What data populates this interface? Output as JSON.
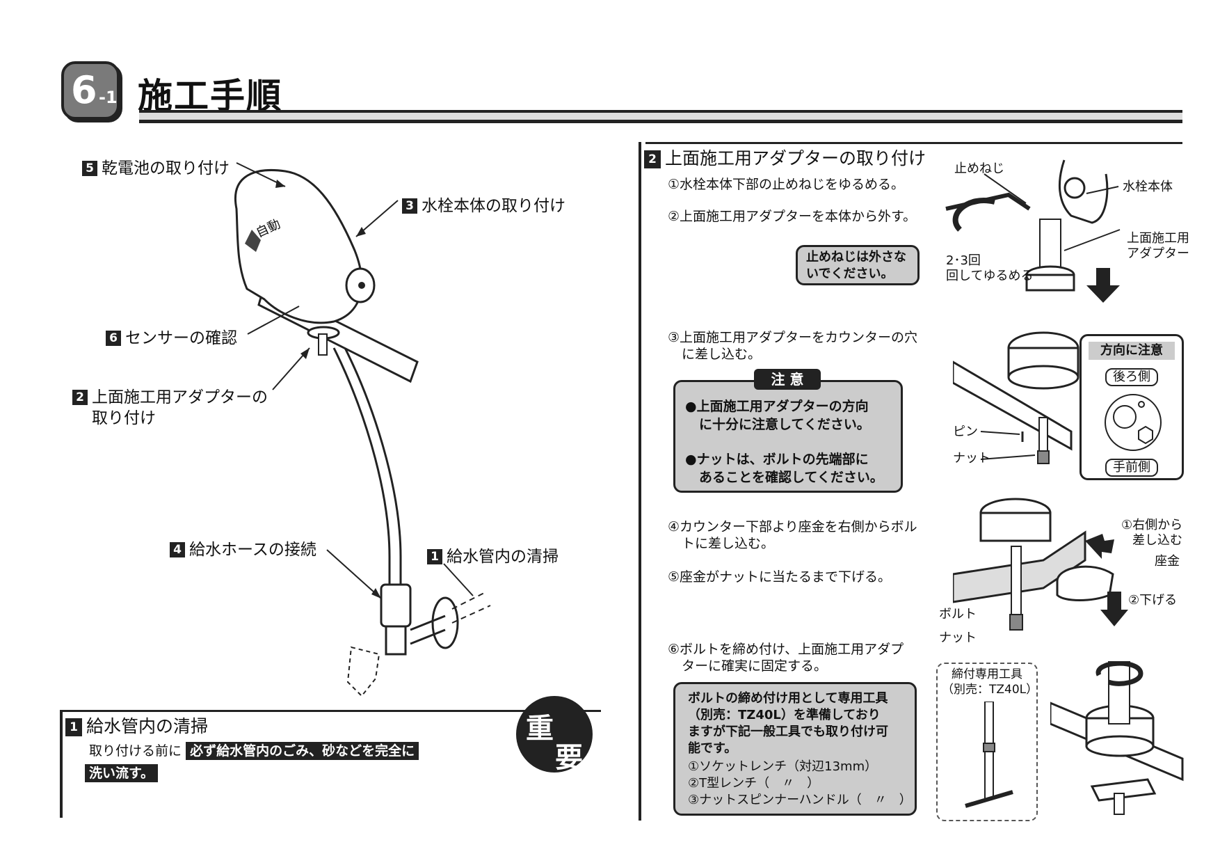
{
  "header": {
    "section_number": "6",
    "section_sub": "-1",
    "title": "施工手順"
  },
  "overview": {
    "label_5": {
      "num": "5",
      "text": "乾電池の取り付け"
    },
    "label_3": {
      "num": "3",
      "text": "水栓本体の取り付け"
    },
    "label_6": {
      "num": "6",
      "text": "センサーの確認"
    },
    "label_2": {
      "num": "2",
      "text_line1": "上面施工用アダプターの",
      "text_line2": "取り付け"
    },
    "label_4": {
      "num": "4",
      "text": "給水ホースの接続"
    },
    "label_1": {
      "num": "1",
      "text": "給水管内の清掃"
    },
    "faucet_mark": "自動"
  },
  "section1": {
    "num": "1",
    "title": "給水管内の清掃",
    "body_prefix": "取り付ける前に",
    "body_highlight_1": "必ず給水管内のごみ、砂などを完全に",
    "body_highlight_2": "洗い流す。",
    "badge_1": "重",
    "badge_2": "要"
  },
  "section2": {
    "num": "2",
    "title": "上面施工用アダプターの取り付け",
    "step1": "①水栓本体下部の止めねじをゆるめる。",
    "step2": "②上面施工用アダプターを本体から外す。",
    "note1_line1": "止めねじは外さな",
    "note1_line2": "いでください。",
    "fig1": {
      "set_screw": "止めねじ",
      "body": "水栓本体",
      "adapter_line1": "上面施工用",
      "adapter_line2": "アダプター",
      "turns_line1": "2･3回",
      "turns_line2": "回してゆるめる"
    },
    "step3_line1": "③上面施工用アダプターをカウンターの穴",
    "step3_line2": "に差し込む。",
    "caution": {
      "tab": "注 意",
      "item1_line1": "●上面施工用アダプターの方向",
      "item1_line2": "に十分に注意してください。",
      "item2_line1": "●ナットは、ボルトの先端部に",
      "item2_line2": "あることを確認してください。"
    },
    "fig2": {
      "pin": "ピン",
      "nut": "ナット",
      "direction_title": "方向に注意",
      "back": "後ろ側",
      "front": "手前側"
    },
    "step4_line1": "④カウンター下部より座金を右側からボル",
    "step4_line2": "トに差し込む。",
    "step5": "⑤座金がナットに当たるまで下げる。",
    "fig3": {
      "insert_line1": "①右側から",
      "insert_line2": "差し込む",
      "washer": "座金",
      "lower": "②下げる",
      "bolt": "ボルト",
      "nut": "ナット"
    },
    "step6_line1": "⑥ボルトを締め付け、上面施工用アダプ",
    "step6_line2": "ターに確実に固定する。",
    "note2": {
      "line1": "ボルトの締め付け用として専用工具",
      "line2": "（別売：TZ40L）を準備しており",
      "line3": "ますが下記一般工具でも取り付け可",
      "line4": "能です。",
      "tool1": "①ソケットレンチ（対辺13mm）",
      "tool2": "②T型レンチ（　〃　）",
      "tool3": "③ナットスピンナーハンドル（　〃　）"
    },
    "special_tool": {
      "line1": "締付専用工具",
      "line2": "（別売：TZ40L）"
    }
  }
}
